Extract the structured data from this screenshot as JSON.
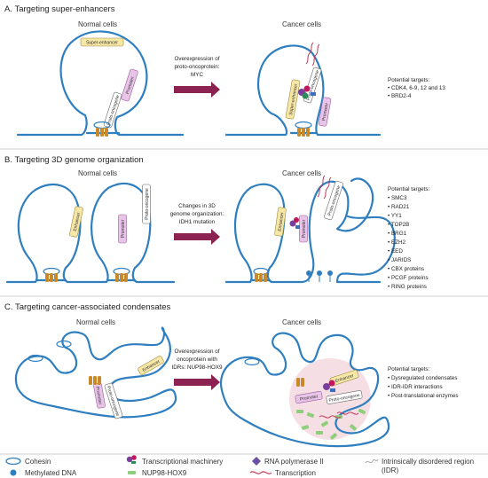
{
  "sections": [
    {
      "title": "A. Targeting super-enhancers",
      "normal_label": "Normal cells",
      "cancer_label": "Cancer cells",
      "arrow_text": [
        "Overexpression of",
        "proto-oncoprotein:",
        "MYC"
      ],
      "element_labels": [
        "Super-enhancer",
        "Promoter",
        "Proto-oncogene"
      ],
      "targets_heading": "Potential targets:",
      "targets": [
        "• CDK4, 6-9, 12 and 13",
        "• BRD2-4"
      ]
    },
    {
      "title": "B. Targeting 3D genome organization",
      "normal_label": "Normal cells",
      "cancer_label": "Cancer cells",
      "arrow_text": [
        "Changes in 3D",
        "genome organization:",
        "IDH1 mutation"
      ],
      "element_labels": [
        "Enhancer",
        "Promoter",
        "Proto-oncogene"
      ],
      "targets_heading": "Potential targets:",
      "targets": [
        "• SMC3",
        "• RAD21",
        "• YY1",
        "• TOP2B",
        "• BRG1",
        "• EZH2",
        "• EED",
        "• JARIDS",
        "• CBX proteins",
        "• PCGF proteins",
        "• RING proteins"
      ]
    },
    {
      "title": "C. Targeting cancer-associated condensates",
      "normal_label": "Normal cells",
      "cancer_label": "Cancer cells",
      "arrow_text": [
        "Overexpression of",
        "oncoprotein with",
        "IDRs: NUP98-HOX9"
      ],
      "element_labels": [
        "Enhancer",
        "Promoter",
        "Proto-oncogene"
      ],
      "targets_heading": "Potential targets:",
      "targets": [
        "• Dysregulated condensates",
        "• IDR-IDR interactions",
        "• Post-translational enzymes"
      ]
    }
  ],
  "legend": [
    {
      "label": "Cohesin",
      "icon": "cohesin-ring-icon"
    },
    {
      "label": "Methylated DNA",
      "icon": "methylated-dna-icon"
    },
    {
      "label": "Transcriptional machinery",
      "icon": "transcriptional-machinery-icon"
    },
    {
      "label": "NUP98-HOX9",
      "icon": "nup98-hox9-icon"
    },
    {
      "label": "RNA polymerase II",
      "icon": "rna-polymerase-icon"
    },
    {
      "label": "Transcription",
      "icon": "transcription-icon"
    },
    {
      "label": "Intrinsically disordered region",
      "icon": "idr-icon"
    },
    {
      "label": "(IDR)",
      "icon": ""
    }
  ],
  "colors": {
    "dna": "#2f7fc0",
    "arrow": "#8b2252",
    "enhancer": "#f6e7a6",
    "promoter": "#e8c4e8",
    "proto_oncogene": "#ffffff",
    "cohesin": "#2f7fc0",
    "condensate": "#f2d4dc",
    "nup98": "#8fce7a"
  }
}
